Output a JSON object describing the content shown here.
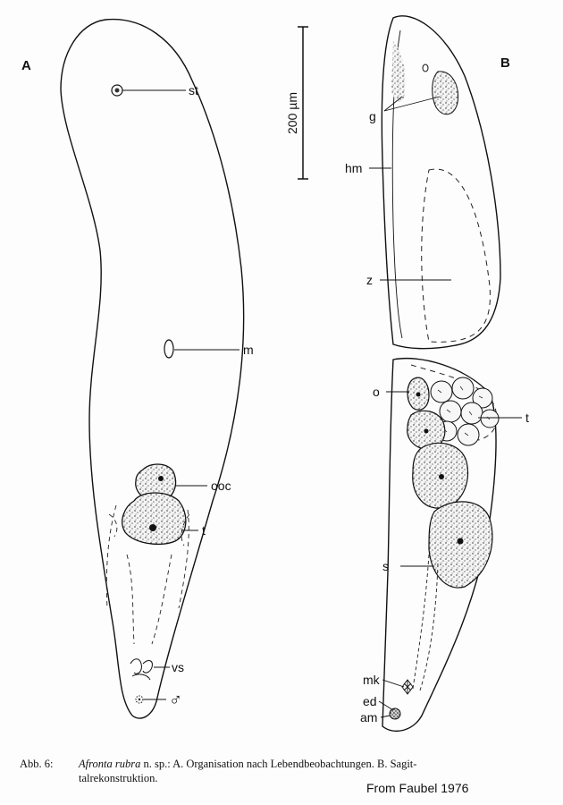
{
  "panels": {
    "a": {
      "letter": "A",
      "labels": {
        "st": "st",
        "m": "m",
        "ooc": "ooc",
        "t": "t",
        "vs": "vs",
        "male": "♂"
      }
    },
    "b": {
      "letter": "B",
      "labels": {
        "g": "g",
        "hm": "hm",
        "z": "z",
        "o": "o",
        "t": "t",
        "s": "s",
        "mk": "mk",
        "ed": "ed",
        "am": "am"
      }
    }
  },
  "scale_bar": {
    "label": "200 µm"
  },
  "caption": {
    "number": "Abb. 6:",
    "species": "Afronta rubra",
    "rest_line1": " n. sp.: A. Organisation nach Lebendbeobachtungen. B. Sagit-",
    "rest_line2": "talrekonstruktion."
  },
  "credit": "From Faubel 1976",
  "colors": {
    "ink": "#111111",
    "paper": "#fdfdfd"
  }
}
